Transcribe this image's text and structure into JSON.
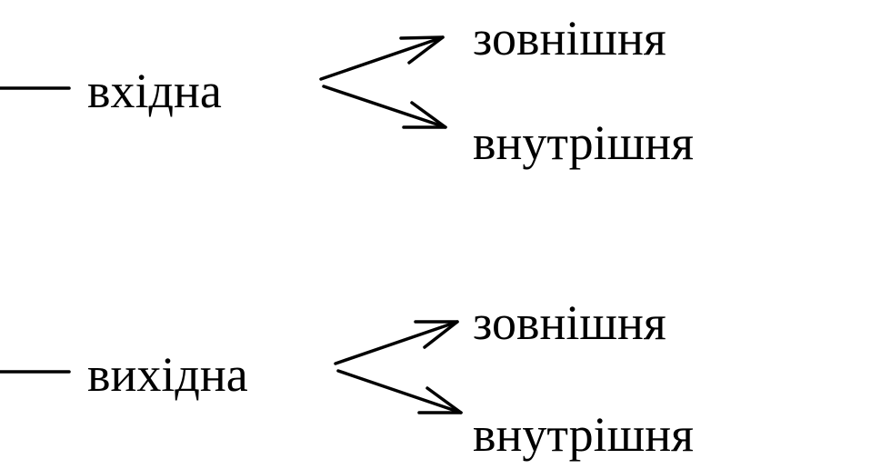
{
  "groups": [
    {
      "term": "вхідна",
      "branches": [
        "зовнішня",
        "внутрішня"
      ]
    },
    {
      "term": "вихідна",
      "branches": [
        "зовнішня",
        "внутрішня"
      ]
    }
  ]
}
